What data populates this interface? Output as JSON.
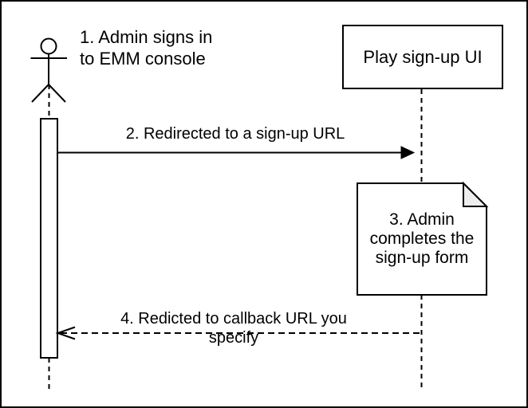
{
  "diagram_type": "sequence-diagram",
  "colors": {
    "stroke": "#000000",
    "fill": "#ffffff",
    "note_fold": "#eeeeee"
  },
  "actor": {
    "label": "1. Admin signs in\nto EMM console"
  },
  "participant": {
    "label": "Play sign-up UI"
  },
  "messages": [
    {
      "label": "2. Redirected to a sign-up URL",
      "style": "solid",
      "direction": "right"
    },
    {
      "label": "4. Redicted to callback URL you specify",
      "style": "dashed",
      "direction": "left"
    }
  ],
  "note": {
    "label": "3. Admin\ncompletes the\nsign-up form"
  }
}
